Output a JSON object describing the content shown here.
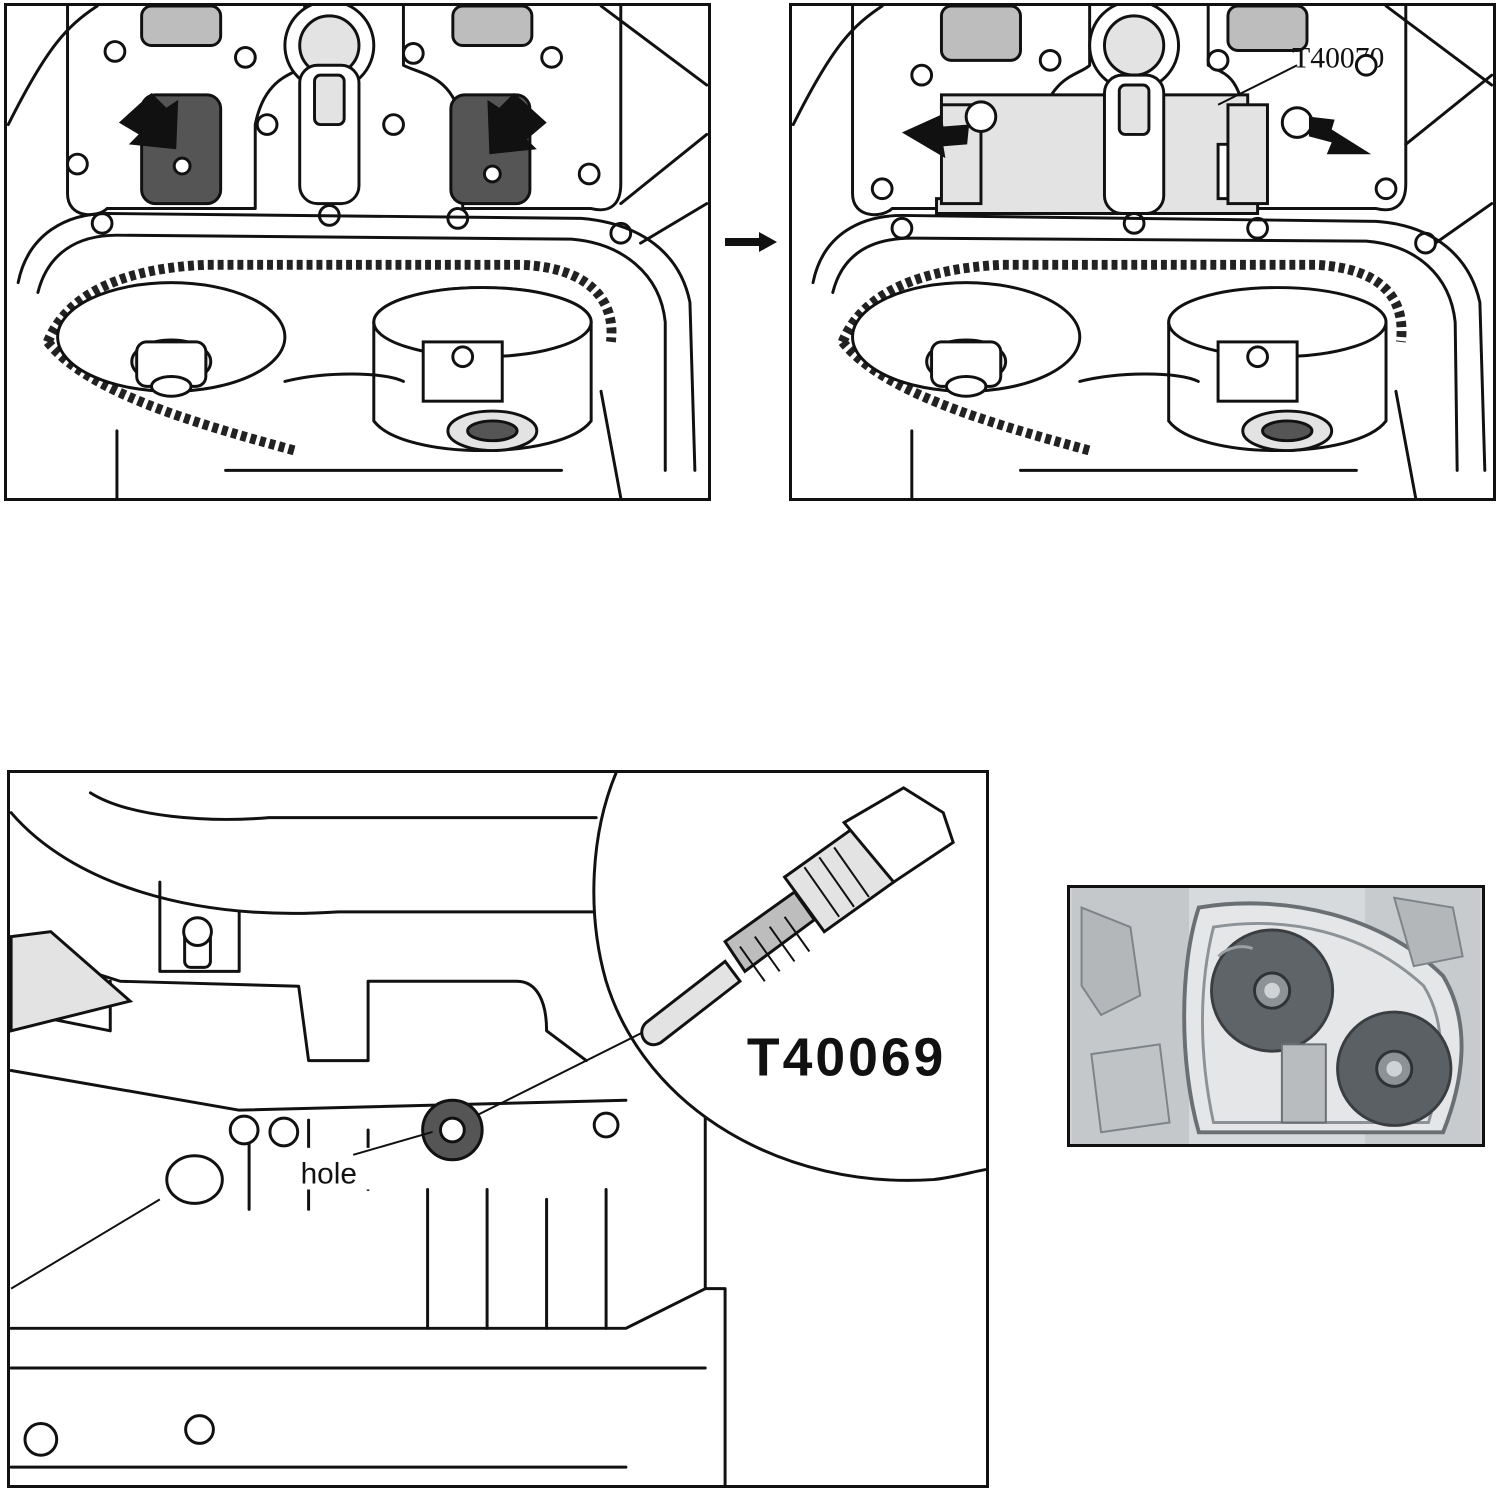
{
  "figure": {
    "panels": [
      {
        "id": "before",
        "description_icon": "timing-chain-camshaft-diagram"
      },
      {
        "id": "after",
        "callout_label": "T40070"
      },
      {
        "id": "crankshaft",
        "tool_label": "T40069",
        "hole_label": "hole"
      },
      {
        "id": "photo",
        "description_icon": "engine-timing-photo"
      }
    ],
    "step_arrow_icon": "right-arrow-icon"
  },
  "labels": {
    "camshaft_tool": "T40070",
    "crankshaft_tool": "T40069",
    "hole": "hole"
  },
  "colors": {
    "line": "#111111",
    "background": "#ffffff",
    "shade": "#bdbdbd",
    "photo_tone": "#8c9296"
  }
}
